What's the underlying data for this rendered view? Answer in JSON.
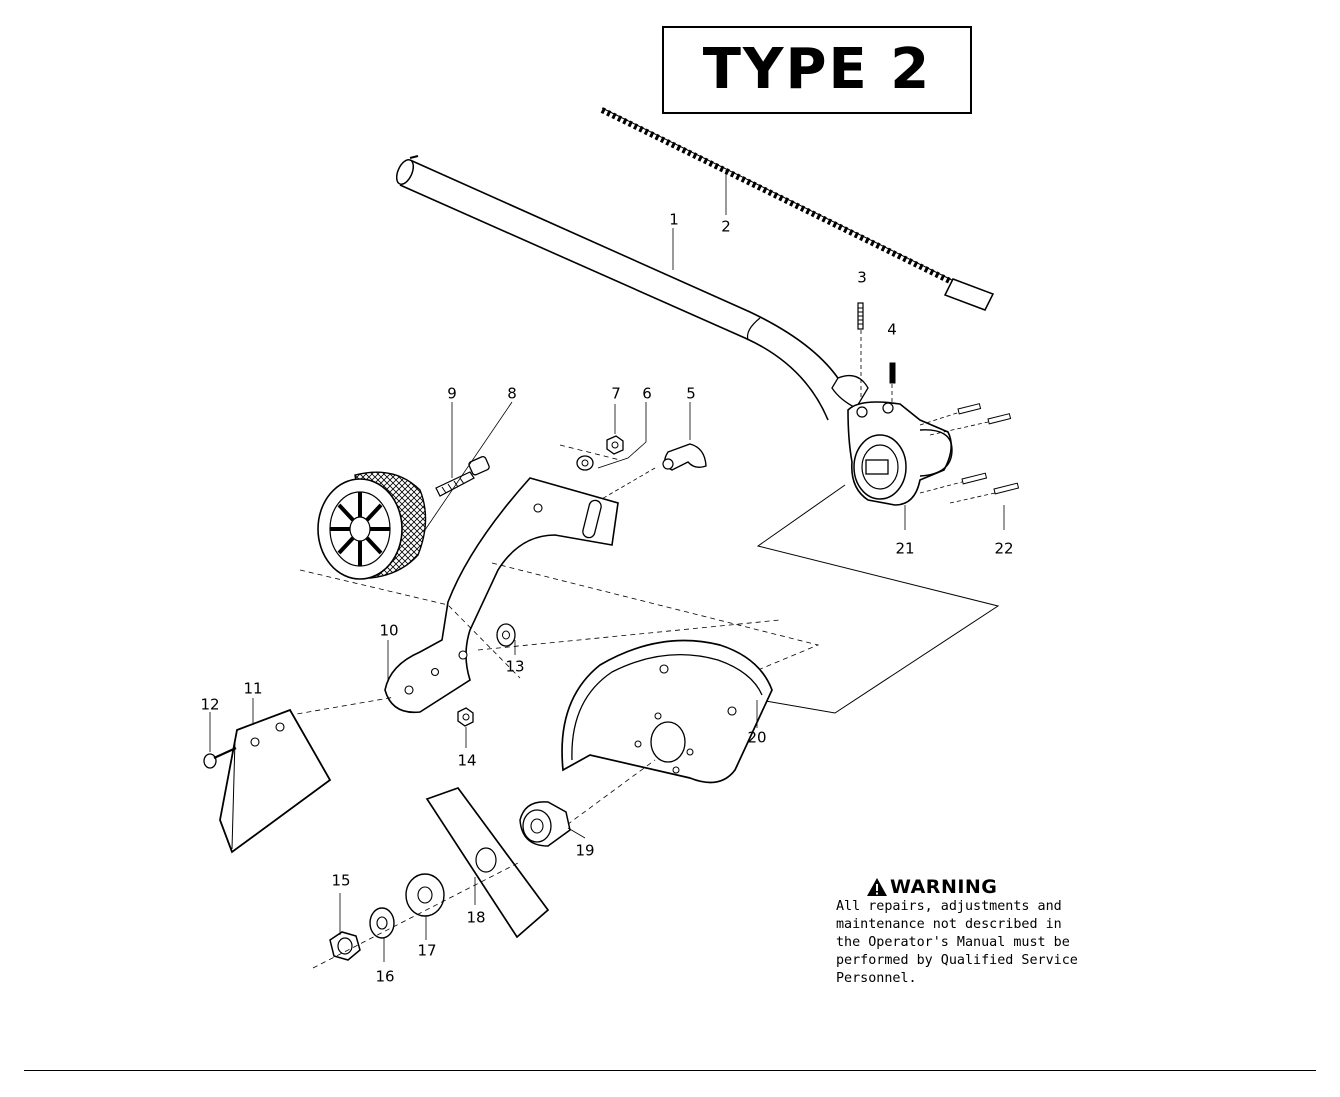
{
  "title": "TYPE 2",
  "callouts": [
    {
      "id": "1",
      "label": "1"
    },
    {
      "id": "2",
      "label": "2"
    },
    {
      "id": "3",
      "label": "3"
    },
    {
      "id": "4",
      "label": "4"
    },
    {
      "id": "5",
      "label": "5"
    },
    {
      "id": "6",
      "label": "6"
    },
    {
      "id": "7",
      "label": "7"
    },
    {
      "id": "8",
      "label": "8"
    },
    {
      "id": "9",
      "label": "9"
    },
    {
      "id": "10",
      "label": "10"
    },
    {
      "id": "11",
      "label": "11"
    },
    {
      "id": "12",
      "label": "12"
    },
    {
      "id": "13",
      "label": "13"
    },
    {
      "id": "14",
      "label": "14"
    },
    {
      "id": "15",
      "label": "15"
    },
    {
      "id": "16",
      "label": "16"
    },
    {
      "id": "17",
      "label": "17"
    },
    {
      "id": "18",
      "label": "18"
    },
    {
      "id": "19",
      "label": "19"
    },
    {
      "id": "20",
      "label": "20"
    },
    {
      "id": "21",
      "label": "21"
    },
    {
      "id": "22",
      "label": "22"
    }
  ],
  "warning": {
    "icon": "warning-triangle-icon",
    "title": "WARNING",
    "lines": [
      "All repairs, adjustments and",
      "maintenance not described in",
      "the Operator's Manual must be",
      "performed by Qualified Service",
      "Personnel."
    ]
  }
}
